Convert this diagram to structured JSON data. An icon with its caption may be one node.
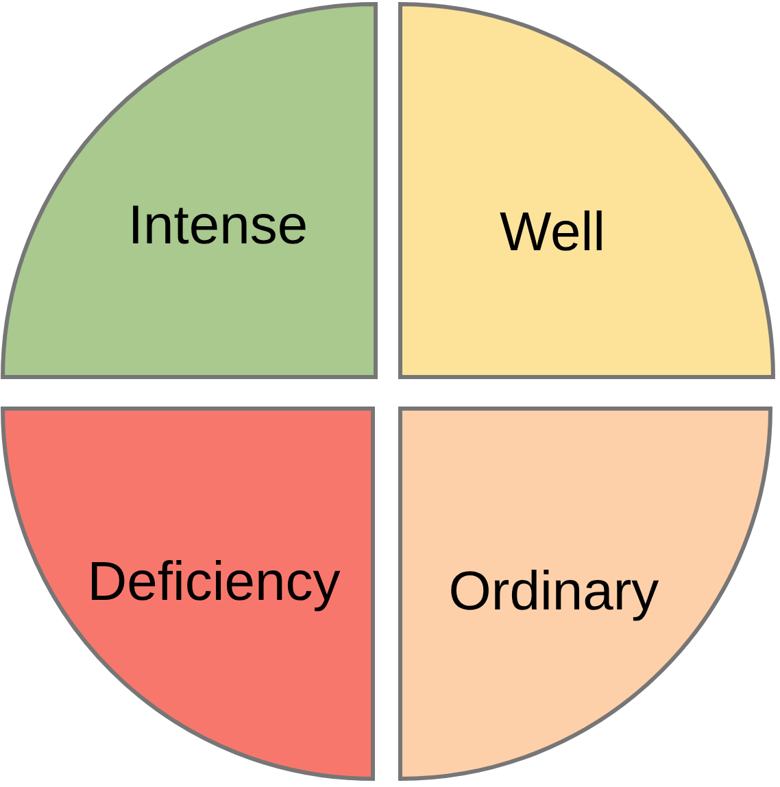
{
  "diagram": {
    "nodes": [
      {
        "text": [
          "Intense"
        ]
      },
      {
        "text": [
          "Well"
        ]
      },
      {
        "text": [
          "Deficiency"
        ]
      },
      {
        "text": [
          "Ordinary"
        ]
      }
    ]
  }
}
